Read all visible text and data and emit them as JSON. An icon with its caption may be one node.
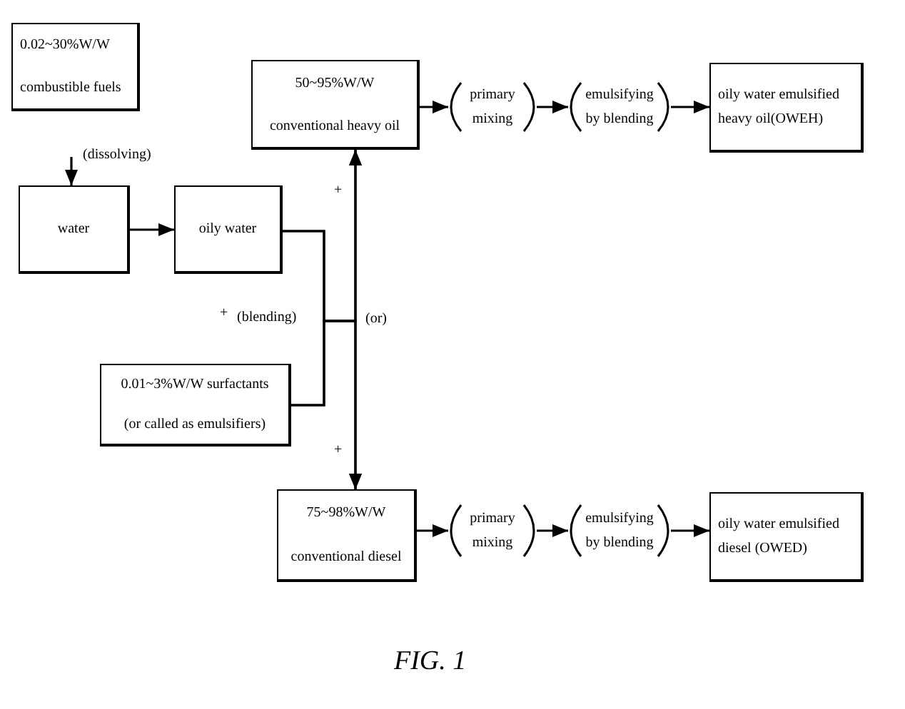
{
  "diagram": {
    "caption": "FIG. 1",
    "nodes": [
      {
        "text": [
          "0.02~30%W/W",
          "combustible fuels"
        ]
      },
      {
        "text": [
          "50~95%W/W",
          "conventional heavy oil"
        ]
      },
      {
        "text": [
          "primary mixing"
        ]
      },
      {
        "text": [
          "emulsifying by blending"
        ]
      },
      {
        "text": [
          "oily water emulsified heavy oil(OWEH)"
        ]
      },
      {
        "text": [
          "water"
        ]
      },
      {
        "text": [
          "oily water"
        ]
      },
      {
        "text": [
          "0.01~3%W/W surfactants",
          "(or called as emulsifiers)"
        ]
      },
      {
        "text": [
          "75~98%W/W",
          "conventional diesel"
        ]
      },
      {
        "text": [
          "primary mixing"
        ]
      },
      {
        "text": [
          "emulsifying by blending"
        ]
      },
      {
        "text": [
          "oily water emulsified diesel (OWED)"
        ]
      }
    ],
    "edges": [
      {
        "from": null,
        "to": 5,
        "arrow": "to",
        "label": "(dissolving)"
      },
      {
        "from": 5,
        "to": 6,
        "arrow": "to"
      },
      {
        "from": 6,
        "to": 1,
        "arrow": "to"
      },
      {
        "from": 6,
        "to": 8,
        "arrow": "to"
      },
      {
        "from": 7,
        "to": 1,
        "arrow": "to"
      },
      {
        "from": 7,
        "to": 8,
        "arrow": "to"
      },
      {
        "from": 1,
        "to": 2,
        "arrow": "to"
      },
      {
        "from": 2,
        "to": 3,
        "arrow": "to"
      },
      {
        "from": 3,
        "to": 4,
        "arrow": "to"
      },
      {
        "from": 8,
        "to": 9,
        "arrow": "to"
      },
      {
        "from": 9,
        "to": 10,
        "arrow": "to"
      },
      {
        "from": 10,
        "to": 11,
        "arrow": "to"
      }
    ],
    "labels": [
      "+",
      "+",
      "(blending)",
      "(or)",
      "+"
    ]
  }
}
